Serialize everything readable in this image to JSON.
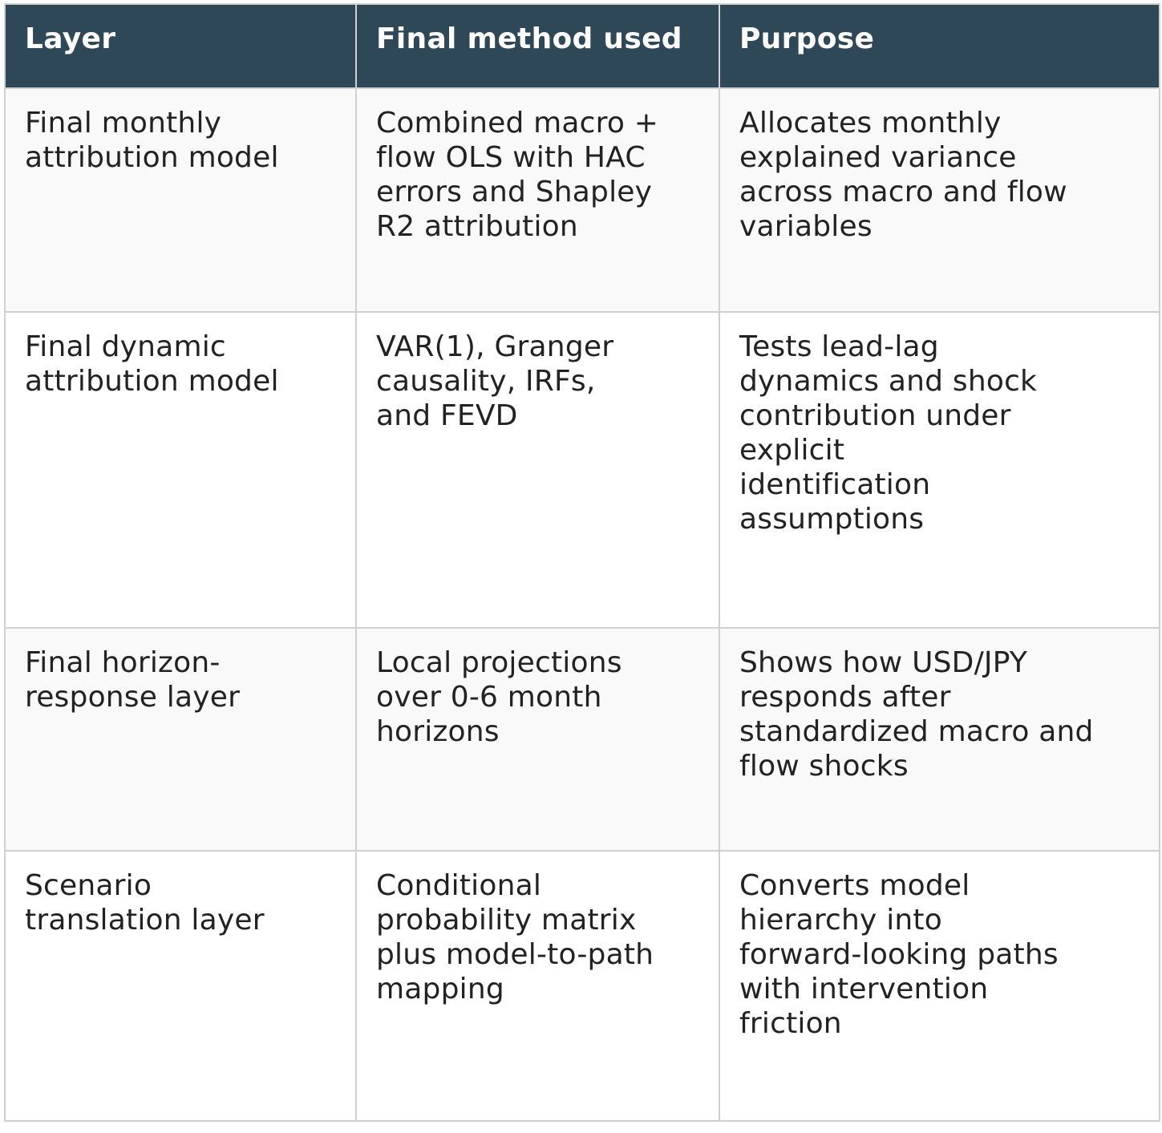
{
  "table": {
    "headers": [
      "Layer",
      "Final method used",
      "Purpose"
    ],
    "rows": [
      {
        "layer": "Final monthly\nattribution model",
        "method": "Combined macro +\nflow OLS with HAC\nerrors and Shapley\nR2 attribution",
        "purpose": "Allocates monthly\nexplained variance\nacross macro and flow\nvariables"
      },
      {
        "layer": "Final dynamic\nattribution model",
        "method": "VAR(1), Granger\ncausality, IRFs,\nand FEVD",
        "purpose": "Tests lead-lag\ndynamics and shock\ncontribution under\nexplicit\nidentification\nassumptions"
      },
      {
        "layer": "Final horizon-\nresponse layer",
        "method": "Local projections\nover 0-6 month\nhorizons",
        "purpose": "Shows how USD/JPY\nresponds after\nstandardized macro and\nflow shocks"
      },
      {
        "layer": "Scenario\ntranslation layer",
        "method": "Conditional\nprobability matrix\nplus model-to-path\nmapping",
        "purpose": "Converts model\nhierarchy into\nforward-looking paths\nwith intervention\nfriction"
      }
    ]
  },
  "colors": {
    "header_bg": "#2f4858",
    "header_text": "#ffffff",
    "row_alt_bg": "#f9f9f9",
    "row_bg": "#ffffff",
    "border": "#d0d0d0",
    "body_text": "#222222"
  }
}
